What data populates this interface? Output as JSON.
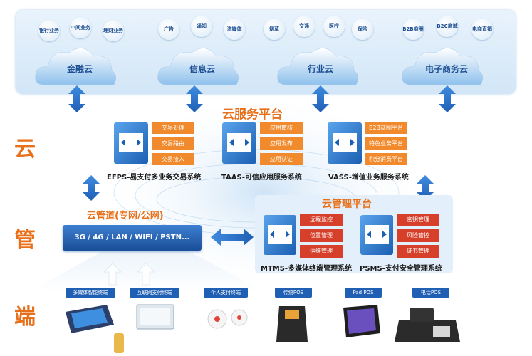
{
  "clouds": [
    {
      "name": "金融云",
      "tags": [
        "银行业务",
        "中间业务",
        "理财业务"
      ]
    },
    {
      "name": "信息云",
      "tags": [
        "广告",
        "通知",
        "流媒体"
      ]
    },
    {
      "name": "行业云",
      "tags": [
        "烟草",
        "交通",
        "医疗",
        "保险"
      ]
    },
    {
      "name": "电子商务云",
      "tags": [
        "B2B商圈",
        "B2C商城",
        "电商直销"
      ]
    }
  ],
  "service_platform": {
    "title": "云服务平台",
    "systems": [
      {
        "name": "EFPS-易支付多业务交易系统",
        "functions": [
          "交易处理",
          "交易路由",
          "交易接入"
        ]
      },
      {
        "name": "TAAS-可信应用服务系统",
        "functions": [
          "应用审核",
          "应用发布",
          "应用认证"
        ]
      },
      {
        "name": "VASS-增值业务服务系统",
        "functions": [
          "B2B商圈平台",
          "特色业务平台",
          "积分消费平台"
        ]
      }
    ]
  },
  "management_platform": {
    "title": "云管理平台",
    "systems": [
      {
        "name": "MTMS-多媒体终端管理系统",
        "functions": [
          "远程监控",
          "位置管理",
          "运维管理"
        ]
      },
      {
        "name": "PSMS-支付安全管理系统",
        "functions": [
          "密钥管理",
          "风险管控",
          "证书管理"
        ]
      }
    ]
  },
  "pipe": {
    "title": "云管道(专网/公网)",
    "networks": "3G / 4G / LAN / WIFI / PSTN..."
  },
  "layers": {
    "cloud": "云",
    "pipe": "管",
    "terminal": "端"
  },
  "devices": [
    "多媒体智能终端",
    "互联网支付终端",
    "个人支付终端",
    "传统POS",
    "Pad POS",
    "电话POS"
  ],
  "colors": {
    "accent": "#e8701a",
    "blue": "#1f5fb4",
    "red": "#d6402b",
    "orange": "#f08a2c"
  }
}
